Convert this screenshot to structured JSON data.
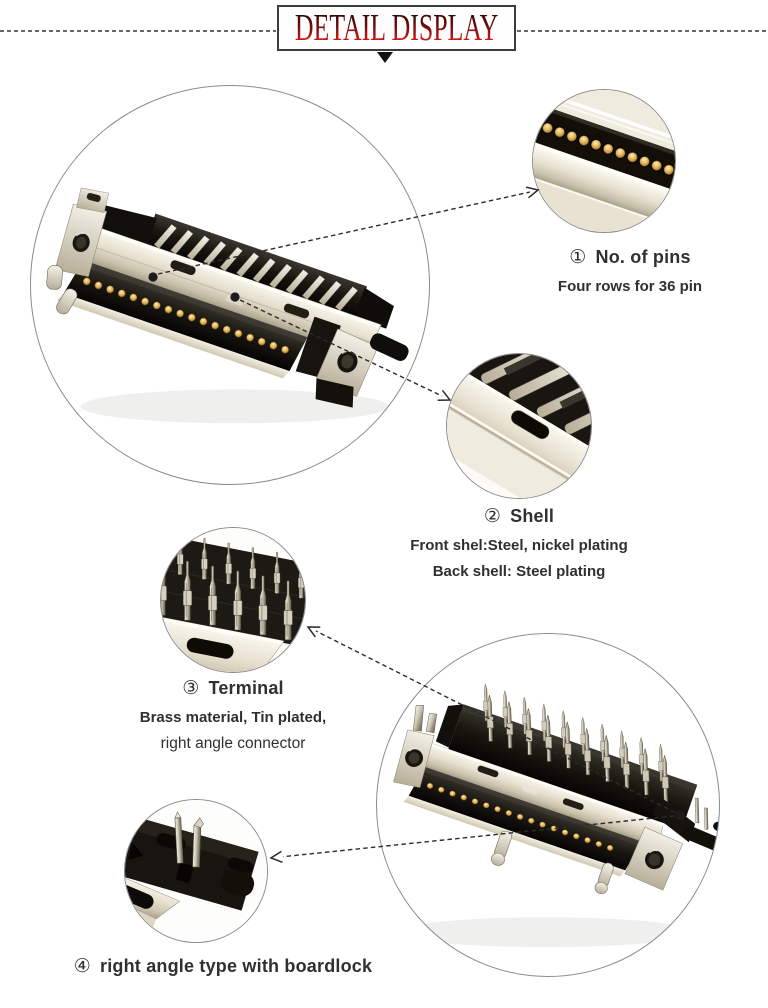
{
  "header": {
    "title": "DETAIL DISPLAY"
  },
  "callouts": [
    {
      "number": "①",
      "title": "No. of pins",
      "lines": [
        "Four rows for 36 pin"
      ]
    },
    {
      "number": "②",
      "title": "Shell",
      "lines": [
        "Front shel:Steel, nickel plating",
        "Back shell: Steel plating"
      ]
    },
    {
      "number": "③",
      "title": "Terminal",
      "lines": [
        "Brass material, Tin plated,",
        "right angle connector"
      ]
    },
    {
      "number": "④",
      "title": "right angle type with boardlock",
      "lines": []
    }
  ],
  "colors": {
    "title_red": "#c81414",
    "text": "#303030",
    "callout_line": "#2b2b2b",
    "callout_dot": "#1c1c1c",
    "circle_border": "#8b8b8b",
    "shell_cream": "#e9e2d2",
    "gold_pin": "#d8ac56",
    "black_plastic": "#16130e",
    "background": "#ffffff"
  }
}
